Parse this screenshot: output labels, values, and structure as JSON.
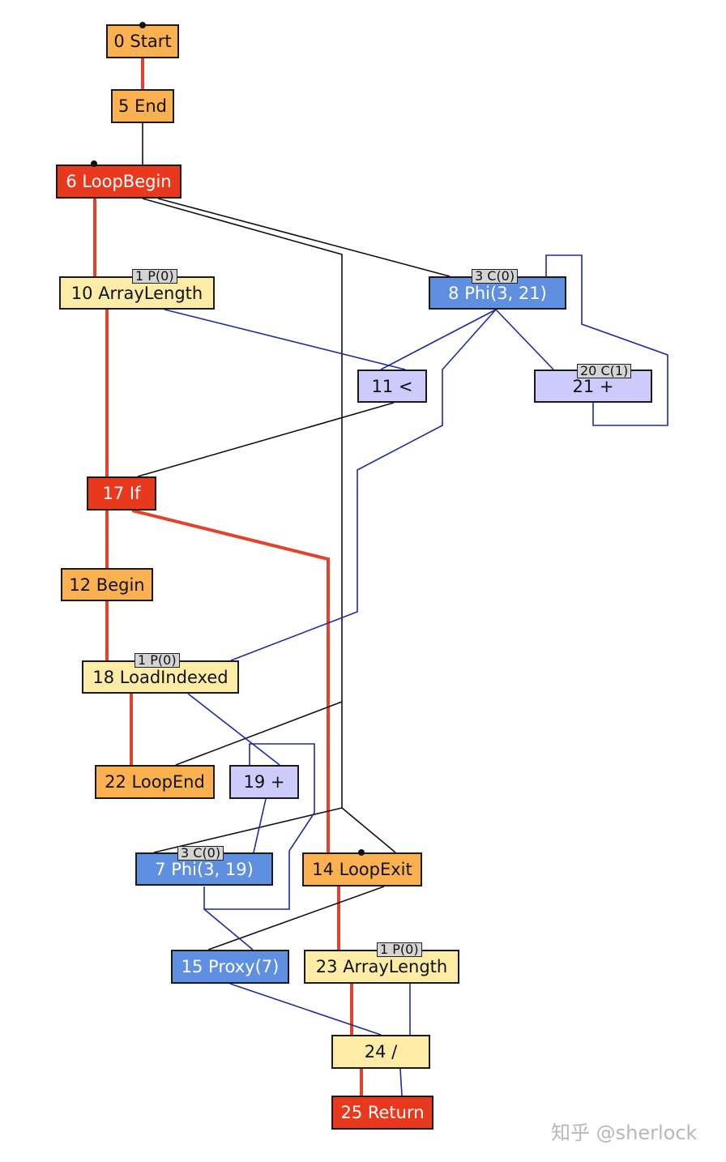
{
  "colors": {
    "control_edge": "#e2432a",
    "data_edge": "#1c2aa5",
    "assoc_edge": "#111111",
    "orange_node": "#fbb150",
    "red_node": "#e8391e",
    "yellow_node": "#fdeca6",
    "lavender_node": "#cccbfb",
    "blue_node": "#5f8fe0"
  },
  "nodes": {
    "n0": {
      "label": "0 Start",
      "kind": "orange"
    },
    "n5": {
      "label": "5 End",
      "kind": "orange"
    },
    "n6": {
      "label": "6 LoopBegin",
      "kind": "red"
    },
    "n10": {
      "label": "10 ArrayLength",
      "kind": "yellow",
      "badge": "1 P(0)"
    },
    "n8": {
      "label": "8 Phi(3, 21)",
      "kind": "blue",
      "badge": "3 C(0)"
    },
    "n11": {
      "label": "11 <",
      "kind": "lavender"
    },
    "n21": {
      "label": "21 +",
      "kind": "lavender",
      "badge": "20 C(1)"
    },
    "n17": {
      "label": "17 If",
      "kind": "red"
    },
    "n12": {
      "label": "12 Begin",
      "kind": "orange"
    },
    "n18": {
      "label": "18 LoadIndexed",
      "kind": "yellow",
      "badge": "1 P(0)"
    },
    "n22": {
      "label": "22 LoopEnd",
      "kind": "orange"
    },
    "n19": {
      "label": "19 +",
      "kind": "lavender"
    },
    "n7": {
      "label": "7 Phi(3, 19)",
      "kind": "blue",
      "badge": "3 C(0)"
    },
    "n14": {
      "label": "14 LoopExit",
      "kind": "orange"
    },
    "n15": {
      "label": "15 Proxy(7)",
      "kind": "blue"
    },
    "n23": {
      "label": "23 ArrayLength",
      "kind": "yellow",
      "badge": "1 P(0)"
    },
    "n24": {
      "label": "24 /",
      "kind": "yellow"
    },
    "n25": {
      "label": "25 Return",
      "kind": "red"
    }
  },
  "watermark": "知乎 @sherlock"
}
